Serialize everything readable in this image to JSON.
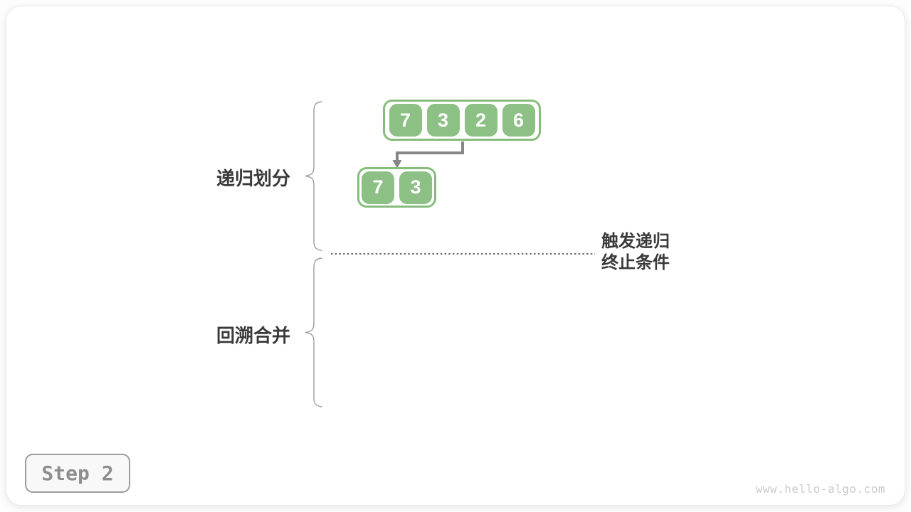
{
  "labels": {
    "divide": "递归划分",
    "merge": "回溯合并",
    "terminate_line1": "触发递归",
    "terminate_line2": "终止条件"
  },
  "arrays": {
    "top": [
      "7",
      "3",
      "2",
      "6"
    ],
    "sub": [
      "7",
      "3"
    ]
  },
  "footer": {
    "step": "Step 2",
    "watermark": "www.hello-algo.com"
  },
  "colors": {
    "cell_green": "#8CC084",
    "container_border_green": "#87BD7C",
    "arrow_gray": "#878787",
    "brace_gray": "#9c9c9c",
    "dotted_line_gray": "#6b6b6b",
    "label_dark": "#3a3a3a",
    "step_text_gray": "#8e8e8e",
    "watermark_gray": "#cbcbcb"
  }
}
